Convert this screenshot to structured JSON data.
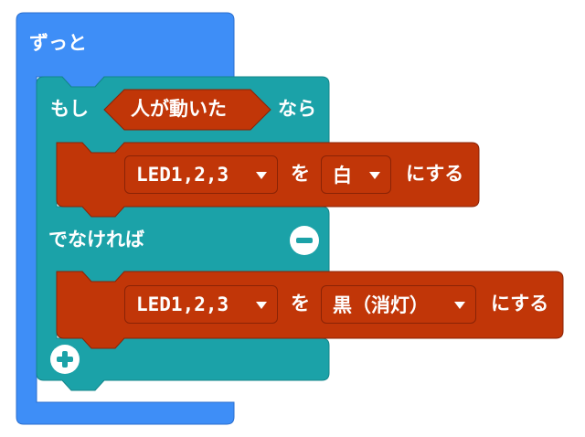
{
  "forever_block": {
    "label": "ずっと",
    "color": "#3e8ef7"
  },
  "if_block": {
    "if_label": "もし",
    "condition_label": "人が動いた",
    "then_label": "なら",
    "else_label": "でなければ",
    "color": "#1ba2a8",
    "condition_color": "#c13608"
  },
  "then_statement": {
    "target": "LED1,2,3",
    "particle": "を",
    "value": "白",
    "suffix": "にする"
  },
  "else_statement": {
    "target": "LED1,2,3",
    "particle": "を",
    "value": "黒（消灯）",
    "suffix": "にする"
  },
  "statement_color": "#c13608",
  "icons": {
    "dropdown": "chevron-down-icon",
    "remove_else": "minus-circle-icon",
    "add_else": "plus-circle-icon"
  }
}
